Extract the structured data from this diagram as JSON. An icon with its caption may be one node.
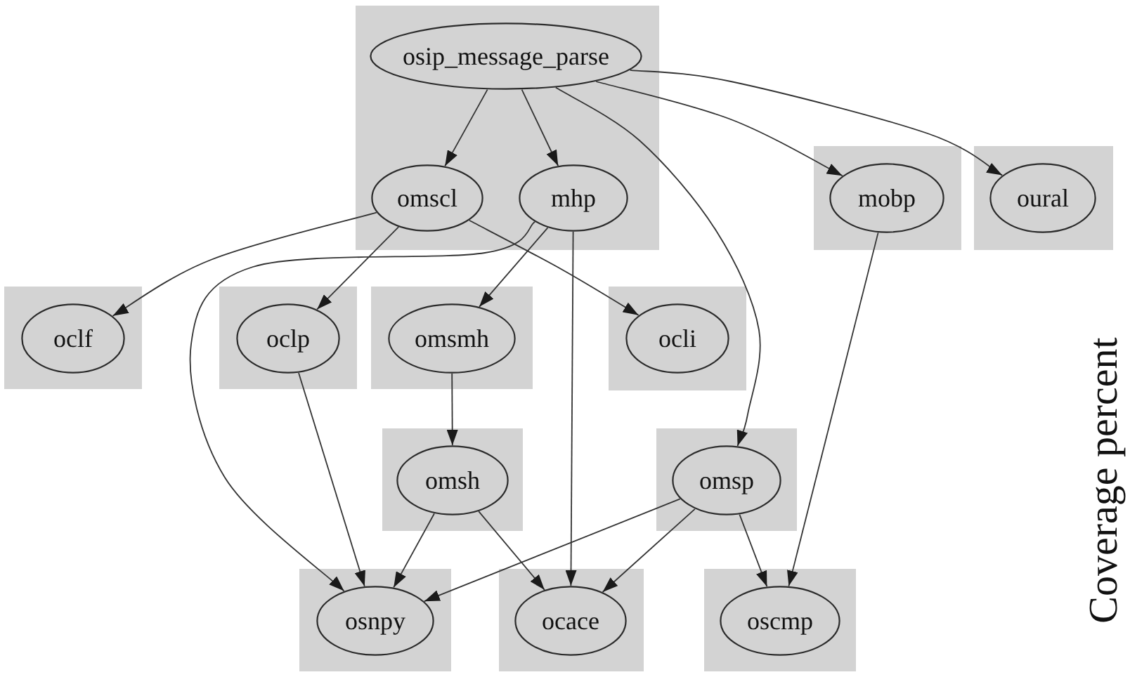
{
  "diagram": {
    "nodes": [
      {
        "text": [],
        "shape": "box"
      },
      {
        "text": [
          "osip_message_parse"
        ],
        "in": 0
      },
      {
        "text": [
          "omscl"
        ],
        "in": 0
      },
      {
        "text": [
          "mhp"
        ],
        "in": 0
      },
      {
        "text": [],
        "shape": "box"
      },
      {
        "text": [
          "mobp"
        ],
        "in": 4
      },
      {
        "text": [],
        "shape": "box"
      },
      {
        "text": [
          "oural"
        ],
        "in": 6
      },
      {
        "text": [],
        "shape": "box"
      },
      {
        "text": [
          "oclf"
        ],
        "in": 8
      },
      {
        "text": [],
        "shape": "box"
      },
      {
        "text": [
          "oclp"
        ],
        "in": 10
      },
      {
        "text": [],
        "shape": "box"
      },
      {
        "text": [
          "omsmh"
        ],
        "in": 12
      },
      {
        "text": [],
        "shape": "box"
      },
      {
        "text": [
          "ocli"
        ],
        "in": 14
      },
      {
        "text": [],
        "shape": "box"
      },
      {
        "text": [
          "omsh"
        ],
        "in": 16
      },
      {
        "text": [],
        "shape": "box"
      },
      {
        "text": [
          "omsp"
        ],
        "in": 18
      },
      {
        "text": [],
        "shape": "box"
      },
      {
        "text": [
          "osnpy"
        ],
        "in": 20
      },
      {
        "text": [],
        "shape": "box"
      },
      {
        "text": [
          "ocace"
        ],
        "in": 22
      },
      {
        "text": [],
        "shape": "box"
      },
      {
        "text": [
          "oscmp"
        ],
        "in": 24
      }
    ],
    "edges": [
      {
        "from": 1,
        "to": 2,
        "arrow": "to"
      },
      {
        "from": 1,
        "to": 3,
        "arrow": "to"
      },
      {
        "from": 1,
        "to": 19,
        "arrow": "to"
      },
      {
        "from": 1,
        "to": 5,
        "arrow": "to"
      },
      {
        "from": 1,
        "to": 7,
        "arrow": "to"
      },
      {
        "from": 2,
        "to": 9,
        "arrow": "to"
      },
      {
        "from": 2,
        "to": 11,
        "arrow": "to"
      },
      {
        "from": 2,
        "to": 15,
        "arrow": "to"
      },
      {
        "from": 3,
        "to": 13,
        "arrow": "to"
      },
      {
        "from": 3,
        "to": 21,
        "arrow": "to"
      },
      {
        "from": 3,
        "to": 23,
        "arrow": "to"
      },
      {
        "from": 11,
        "to": 21,
        "arrow": "to"
      },
      {
        "from": 13,
        "to": 17,
        "arrow": "to"
      },
      {
        "from": 17,
        "to": 21,
        "arrow": "to"
      },
      {
        "from": 17,
        "to": 23,
        "arrow": "to"
      },
      {
        "from": 19,
        "to": 21,
        "arrow": "to"
      },
      {
        "from": 19,
        "to": 23,
        "arrow": "to"
      },
      {
        "from": 19,
        "to": 25,
        "arrow": "to"
      },
      {
        "from": 5,
        "to": 25,
        "arrow": "to"
      }
    ],
    "labels": [
      "Coverage percent"
    ]
  }
}
